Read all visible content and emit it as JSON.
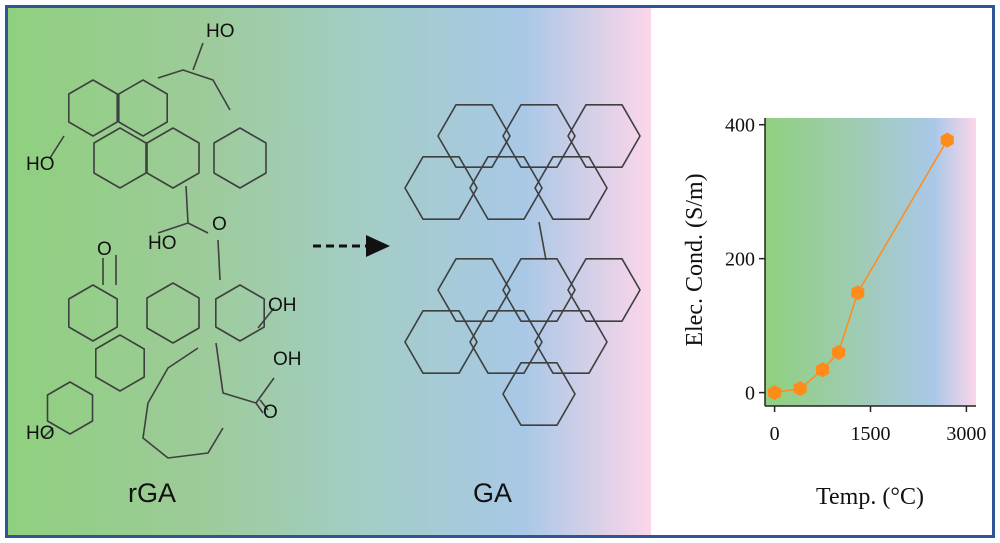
{
  "left_molecule": {
    "name": "rGA",
    "groups": {
      "ho_top": "HO",
      "ho_left": "HO",
      "ho_mid": "HO",
      "o_bridge": "O",
      "ketone_o": "O",
      "oh_right": "OH",
      "oh_acid": "OH",
      "o_acid": "O",
      "ho_bottom": "HO"
    }
  },
  "right_molecule": {
    "name": "GA"
  },
  "colors": {
    "gradient_start": "#8fd07e",
    "gradient_end": "#fcd6ea",
    "data_color": "#ff8c1a",
    "border": "#2e5597"
  },
  "chart_data": {
    "type": "line",
    "xlabel": "Temp. (°C)",
    "ylabel": "Elec. Cond. (S/m)",
    "xlim": [
      -150,
      3150
    ],
    "ylim": [
      -20,
      410
    ],
    "xticks": [
      0,
      1500,
      3000
    ],
    "xtick_labels": [
      "0",
      "1500",
      "3000"
    ],
    "yticks": [
      0,
      200,
      400
    ],
    "ytick_labels": [
      "0",
      "200",
      "400"
    ],
    "series": [
      {
        "x": [
          0,
          400,
          750,
          1000,
          1300,
          2700
        ],
        "y": [
          0,
          6,
          34,
          60,
          149,
          377
        ],
        "color": "#ff8c1a",
        "marker": "hexagon"
      }
    ],
    "grid": false,
    "background": "gradient green to pink"
  }
}
